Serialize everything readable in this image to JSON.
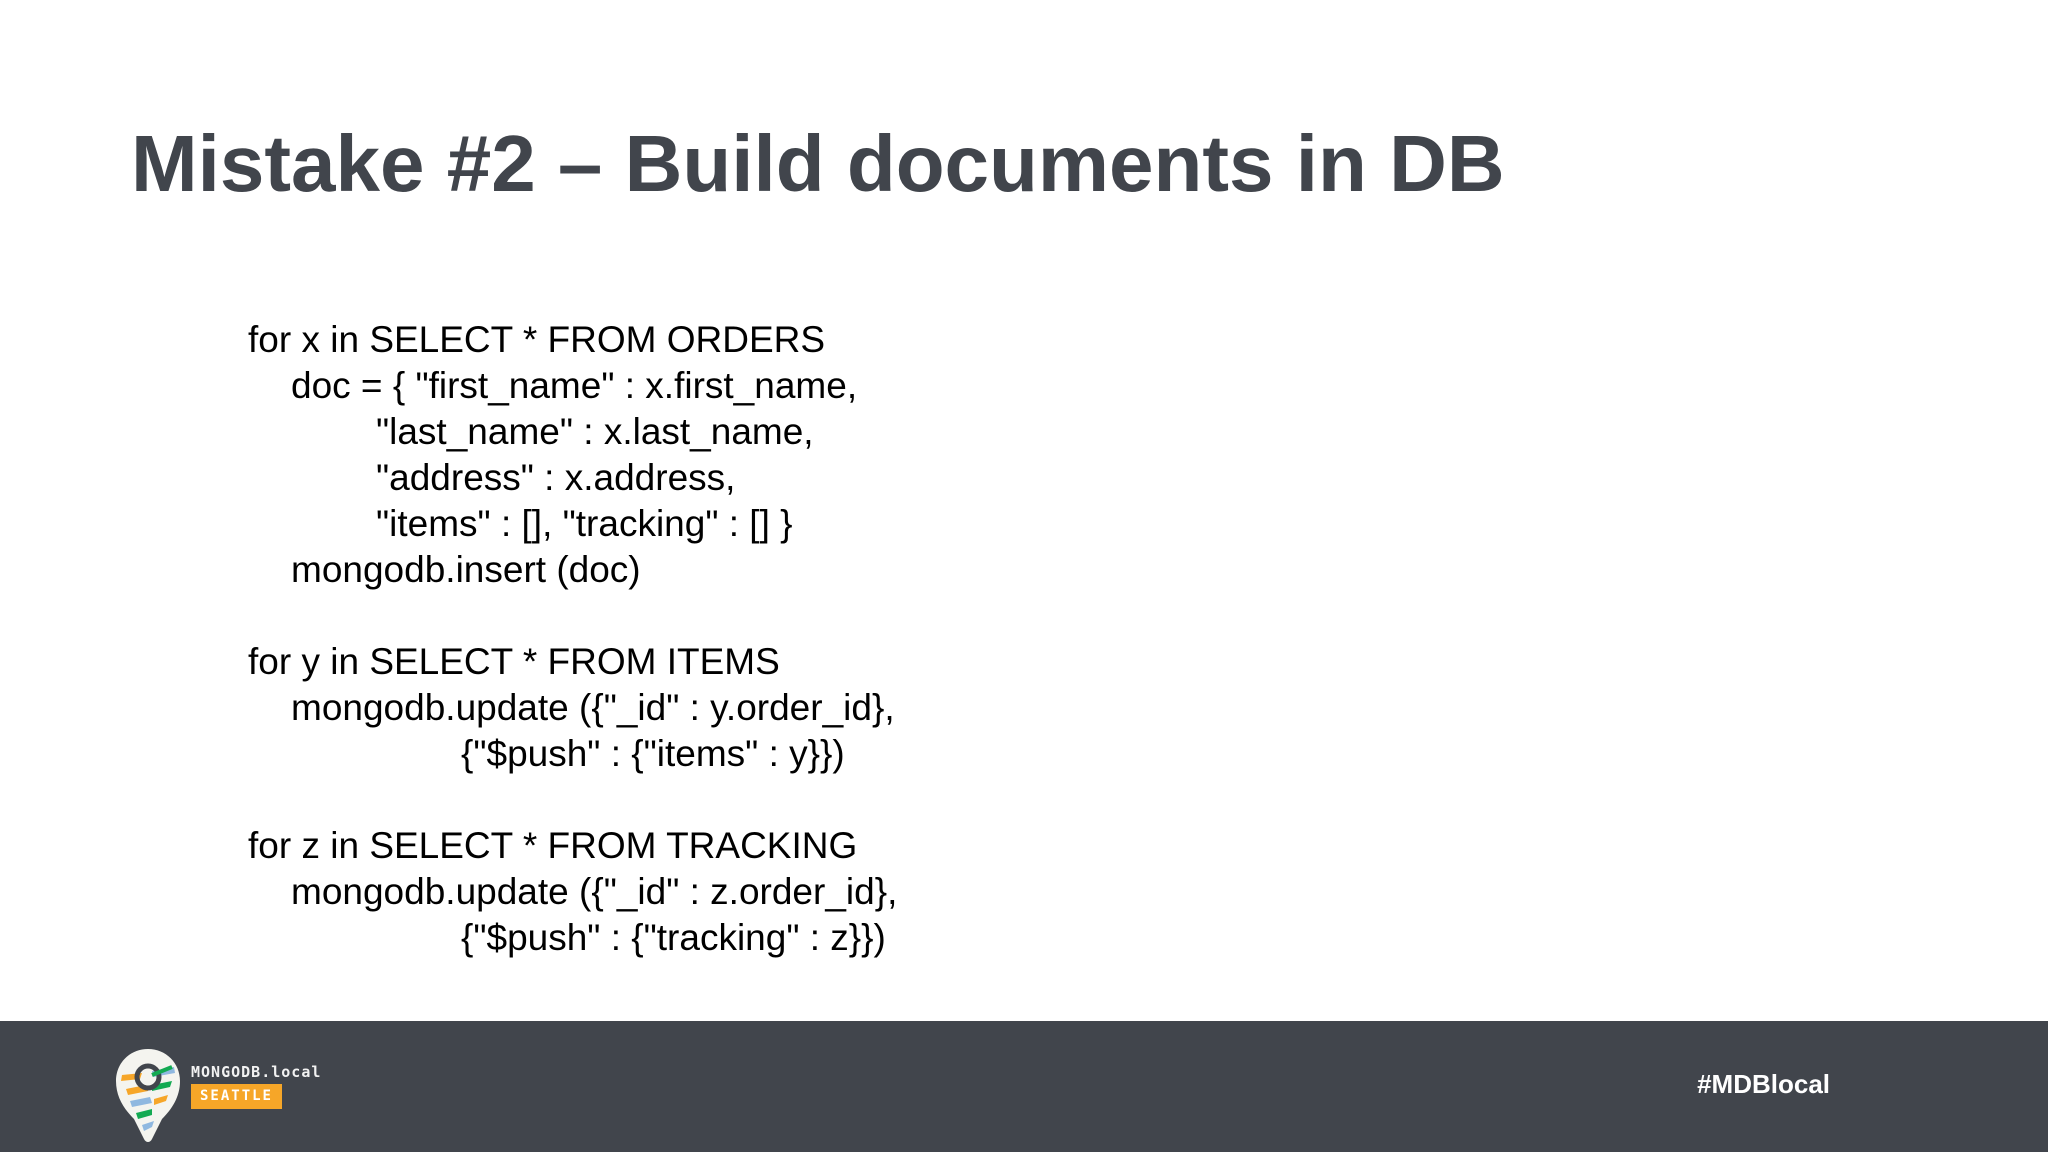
{
  "slide": {
    "title": "Mistake #2 – Build documents in DB",
    "code_lines": [
      "for x in SELECT * FROM ORDERS",
      "doc = { \"first_name\" : x.first_name,",
      "\"last_name\" : x.last_name,",
      "\"address\" : x.address,",
      "\"items\" : [], \"tracking\" : [] }",
      "mongodb.insert (doc)",
      "for y in SELECT * FROM ITEMS",
      "mongodb.update ({\"_id\" : y.order_id},",
      "{\"$push\" : {\"items\" : y}})",
      "for z in SELECT * FROM TRACKING",
      "mongodb.update ({\"_id\" : z.order_id},",
      "{\"$push\" : {\"tracking\" : z}})"
    ]
  },
  "footer": {
    "logo_icon": "mongodb-local-pin-logo",
    "logo_text": "MONGODB.local",
    "logo_badge": "SEATTLE",
    "hashtag": "#MDBlocal"
  },
  "colors": {
    "title": "#41454c",
    "footer_background": "#41454c",
    "badge": "#f6a628",
    "code_text": "#000000"
  }
}
